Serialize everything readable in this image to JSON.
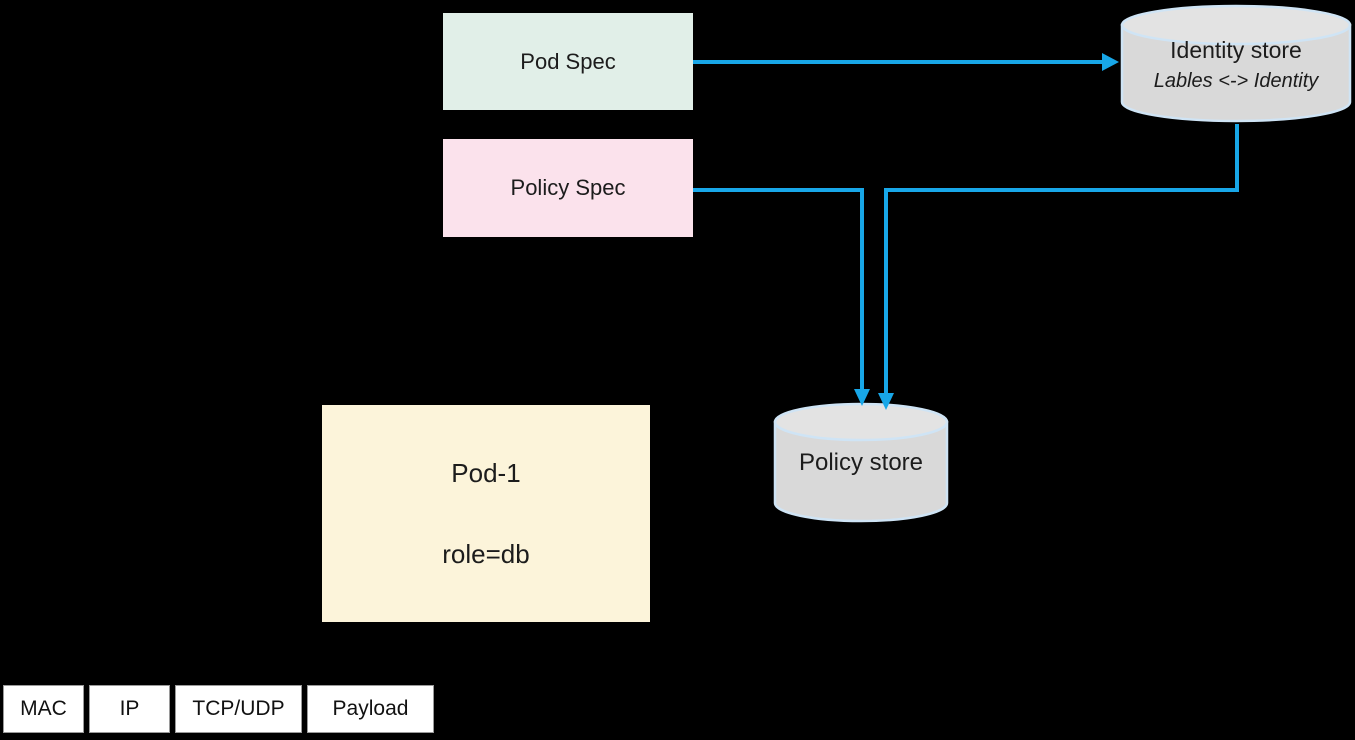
{
  "diagram": {
    "background_color": "#000000",
    "arrow_color": "#18a7e8",
    "nodes": {
      "pod_spec": {
        "label": "Pod Spec",
        "fill_color": "#e1efe8"
      },
      "policy_spec": {
        "label": "Policy Spec",
        "fill_color": "#fbe2ec"
      },
      "pod_1": {
        "title": "Pod-1",
        "subtitle": "role=db",
        "fill_color": "#fcf4da"
      },
      "identity_store": {
        "title": "Identity store",
        "subtitle": "Lables <-> Identity",
        "fill_color": "#d9d9d9",
        "top_fill_color": "#e3e3e3",
        "stroke_color": "#cfe4f5"
      },
      "policy_store": {
        "label": "Policy store",
        "fill_color": "#d9d9d9",
        "top_fill_color": "#e3e3e3",
        "stroke_color": "#cfe4f5"
      }
    },
    "packet_header_fields": [
      "MAC",
      "IP",
      "TCP/UDP",
      "Payload"
    ]
  }
}
